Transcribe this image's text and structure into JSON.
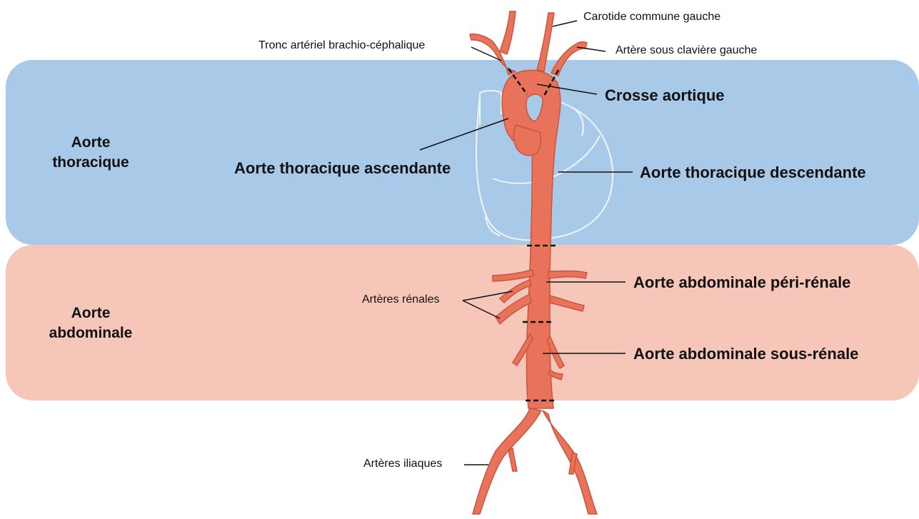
{
  "regions": {
    "thoracic": {
      "line1": "Aorte",
      "line2": "thoracique"
    },
    "abdominal": {
      "line1": "Aorte",
      "line2": "abdominale"
    }
  },
  "labels": {
    "carotid": "Carotide commune gauche",
    "brachio": "Tronc artériel brachio-céphalique",
    "subclavian": "Artère sous clavière gauche",
    "arch": "Crosse aortique",
    "ascending": "Aorte thoracique ascendante",
    "descending": "Aorte thoracique descendante",
    "peri_renal": "Aorte abdominale péri-rénale",
    "renal_arteries": "Artères rénales",
    "sub_renal": "Aorte abdominale sous-rénale",
    "iliac": "Artères iliaques"
  },
  "colors": {
    "thoracic_band": "#a9c9e8",
    "abdominal_band": "#f6c7b9",
    "aorta_fill": "#e8735a",
    "aorta_stroke": "#c9553f",
    "heart_outline": "#ffffff"
  }
}
